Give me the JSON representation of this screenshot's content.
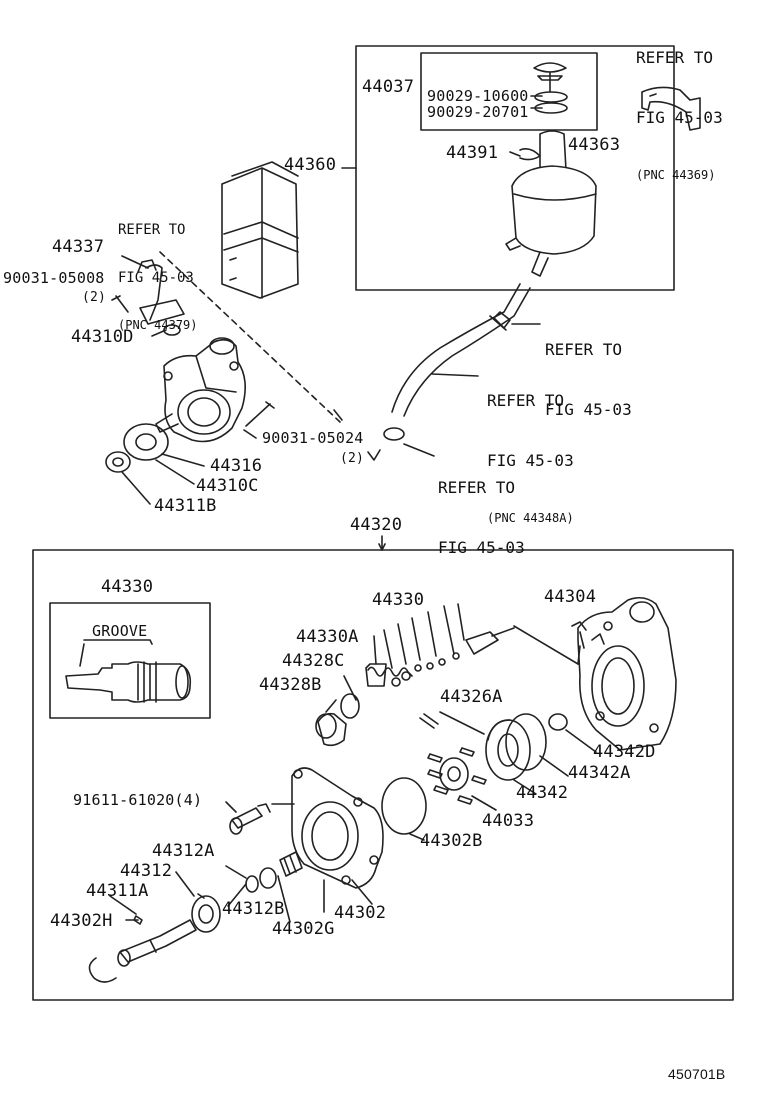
{
  "parts": {
    "p44037": "44037",
    "p90029_10600": "90029-10600",
    "p90029_20701": "90029-20701",
    "p44360": "44360",
    "p44391": "44391",
    "p44363": "44363",
    "p44337": "44337",
    "p90031_05008": "90031-05008",
    "q2a": "(2)",
    "p44310D": "44310D",
    "p90031_05024": "90031-05024",
    "q2b": "(2)",
    "p44316": "44316",
    "p44310C": "44310C",
    "p44311B": "44311B",
    "p44320": "44320",
    "p44330_detail": "44330",
    "groove": "GROOVE",
    "p44330": "44330",
    "p44304": "44304",
    "p44330A": "44330A",
    "p44328C": "44328C",
    "p44328B": "44328B",
    "p44326A": "44326A",
    "p44342D": "44342D",
    "p44342A": "44342A",
    "p44342": "44342",
    "p91611": "91611-61020(4)",
    "p44033": "44033",
    "p44302B": "44302B",
    "p44312A": "44312A",
    "p44312": "44312",
    "p44311A": "44311A",
    "p44302H": "44302H",
    "p44312B": "44312B",
    "p44302": "44302",
    "p44302G": "44302G"
  },
  "refs": {
    "r1_l1": "REFER TO",
    "r1_l2": "FIG 45-03",
    "r1_l3": "(PNC 44369)",
    "r2_l1": "REFER TO",
    "r2_l2": "FIG 45-03",
    "r2_l3": "(PNC 44379)",
    "r3_l1": "REFER TO",
    "r3_l2": "FIG 45-03",
    "r4_l1": "REFER TO",
    "r4_l2": "FIG 45-03",
    "r4_l3": "(PNC 44348A)",
    "r5_l1": "REFER TO",
    "r5_l2": "FIG 45-03"
  },
  "figure_number": "450701B"
}
